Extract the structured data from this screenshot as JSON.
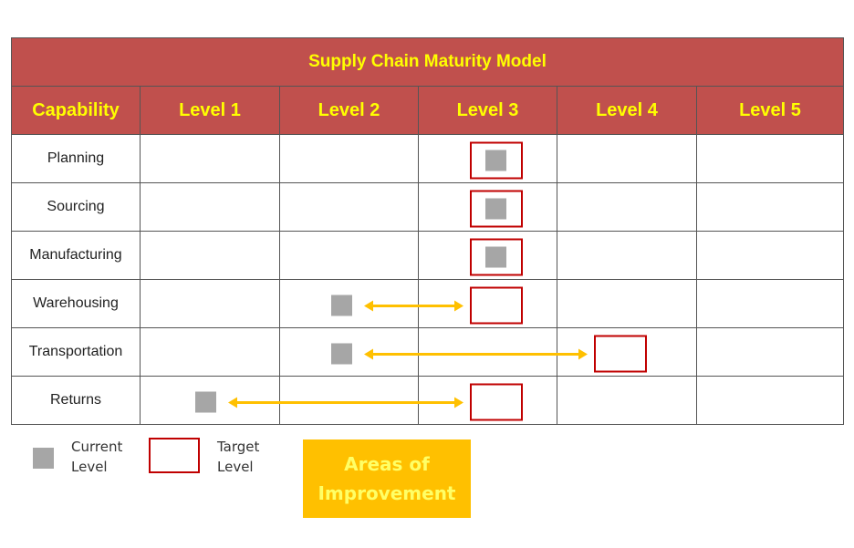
{
  "title": "Supply Chain Maturity Model",
  "columns": [
    "Capability",
    "Level 1",
    "Level 2",
    "Level 3",
    "Level 4",
    "Level 5"
  ],
  "capabilities": [
    {
      "name": "Planning",
      "current_level": 3,
      "target_level": 3
    },
    {
      "name": "Sourcing",
      "current_level": 3,
      "target_level": 3
    },
    {
      "name": "Manufacturing",
      "current_level": 3,
      "target_level": 3
    },
    {
      "name": "Warehousing",
      "current_level": 2,
      "target_level": 3
    },
    {
      "name": "Transportation",
      "current_level": 2,
      "target_level": 4
    },
    {
      "name": "Returns",
      "current_level": 1,
      "target_level": 3
    }
  ],
  "legend": {
    "current_label": "Current\nLevel",
    "target_label": "Target\nLevel"
  },
  "areas_of_improvement": "Areas of\nImprovement",
  "colors": {
    "header_fill": "#c0504d",
    "header_text": "#ffff00",
    "current_marker": "#a6a6a6",
    "target_border": "#c00000",
    "arrow": "#ffc000",
    "areas_fill": "#ffc000",
    "areas_text": "#ffff66"
  }
}
